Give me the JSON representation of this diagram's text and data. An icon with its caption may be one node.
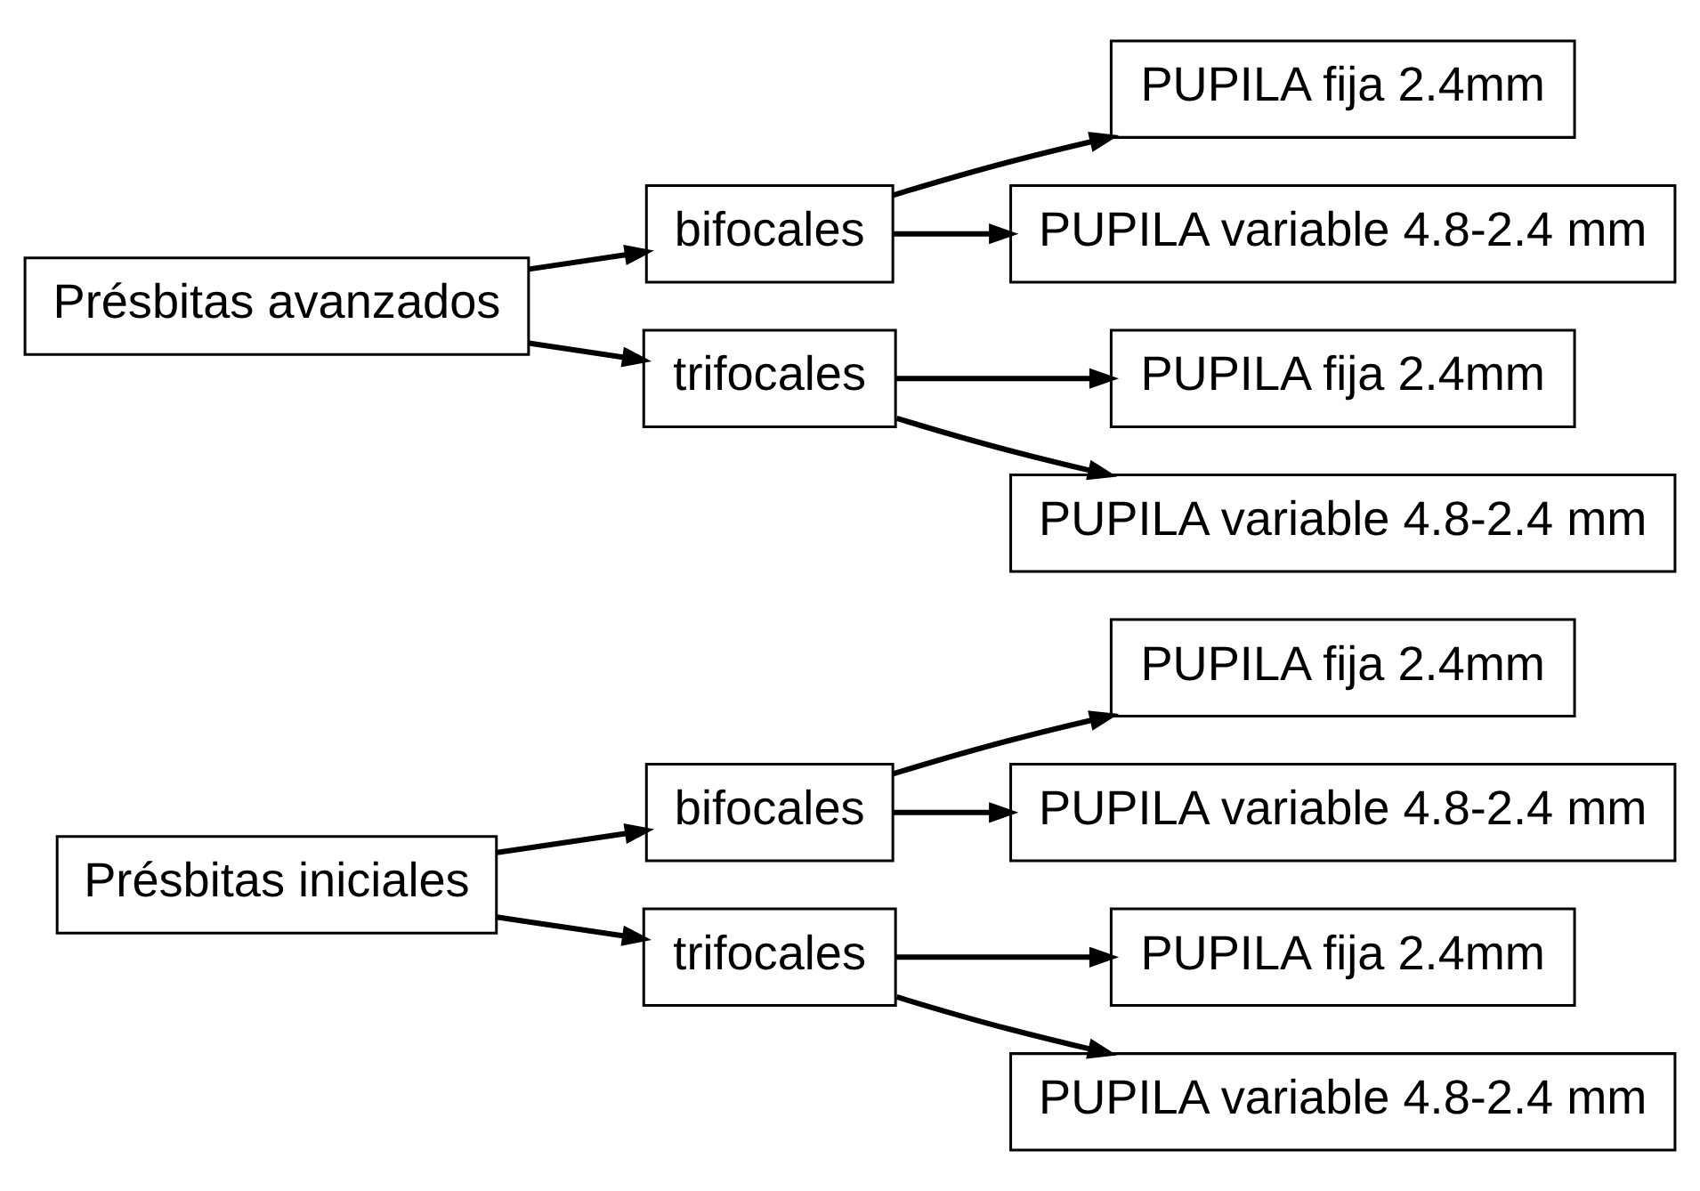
{
  "diagram": {
    "nodes": [
      {
        "text": [
          "Présbitas iniciales"
        ]
      },
      {
        "text": [
          "bifocales"
        ]
      },
      {
        "text": [
          "PUPILA fija 2.4mm"
        ]
      },
      {
        "text": [
          "PUPILA variable 4.8-2.4 mm"
        ]
      },
      {
        "text": [
          "trifocales"
        ]
      },
      {
        "text": [
          "PUPILA fija 2.4mm"
        ]
      },
      {
        "text": [
          "PUPILA variable 4.8-2.4 mm"
        ]
      },
      {
        "text": [
          "Présbitas avanzados"
        ]
      },
      {
        "text": [
          "bifocales"
        ]
      },
      {
        "text": [
          "PUPILA fija 2.4mm"
        ]
      },
      {
        "text": [
          "PUPILA variable 4.8-2.4 mm"
        ]
      },
      {
        "text": [
          "trifocales"
        ]
      },
      {
        "text": [
          "PUPILA fija 2.4mm"
        ]
      },
      {
        "text": [
          "PUPILA variable 4.8-2.4 mm"
        ]
      }
    ],
    "edges": [
      {
        "from": 0,
        "to": 1,
        "arrow": "to"
      },
      {
        "from": 0,
        "to": 4,
        "arrow": "to"
      },
      {
        "from": 1,
        "to": 2,
        "arrow": "to"
      },
      {
        "from": 1,
        "to": 3,
        "arrow": "to"
      },
      {
        "from": 4,
        "to": 5,
        "arrow": "to"
      },
      {
        "from": 4,
        "to": 6,
        "arrow": "to"
      },
      {
        "from": 7,
        "to": 8,
        "arrow": "to"
      },
      {
        "from": 7,
        "to": 11,
        "arrow": "to"
      },
      {
        "from": 8,
        "to": 9,
        "arrow": "to"
      },
      {
        "from": 8,
        "to": 10,
        "arrow": "to"
      },
      {
        "from": 11,
        "to": 12,
        "arrow": "to"
      },
      {
        "from": 11,
        "to": 13,
        "arrow": "to"
      }
    ]
  }
}
